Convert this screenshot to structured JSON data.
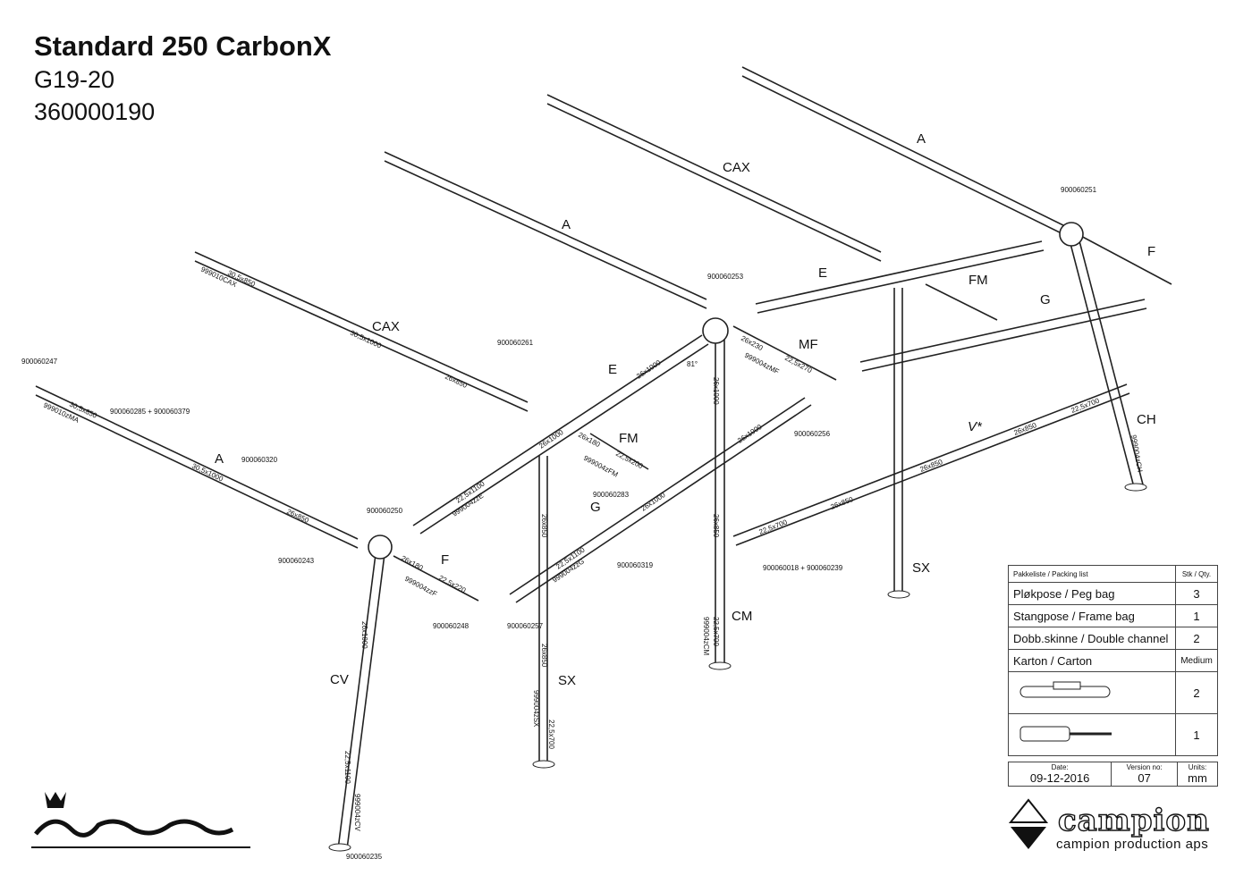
{
  "header": {
    "title": "Standard 250 CarbonX",
    "model": "G19-20",
    "item_no": "360000190"
  },
  "labels": {
    "A": "A",
    "CAX": "CAX",
    "E": "E",
    "F": "F",
    "FM": "FM",
    "G": "G",
    "MF": "MF",
    "CH": "CH",
    "CV": "CV",
    "CM": "CM",
    "SX": "SX",
    "V": "V*",
    "angle": "81°"
  },
  "part_numbers": {
    "p247": "900060247",
    "p285": "900060285 + 900060379",
    "p320": "900060320",
    "p243": "900060243",
    "p250": "900060250",
    "p248": "900060248",
    "p235": "900060235",
    "p261": "900060261",
    "p253": "900060253",
    "p283": "900060283",
    "p319": "900060319",
    "p257": "900060257",
    "p256": "900060256",
    "p251": "900060251",
    "p018": "900060018 + 900060239"
  },
  "pole_codes": {
    "ma": "999010zMA",
    "cax": "999010CAX",
    "ze": "999004zzE",
    "zg": "999004zzG",
    "zf": "999004zzF",
    "fm": "999004zFM",
    "mf": "999004zMF",
    "cv": "999004zCV",
    "sx": "999004zSX",
    "cm": "999004zCM",
    "ch": "999004zCH"
  },
  "dimensions": {
    "d305_850": "30,5x850",
    "d305_1000": "30,5x1000",
    "d26_850": "26x850",
    "d26_1000": "26x1000",
    "d225_1100": "22,5x1100",
    "d26_180": "26x180",
    "d225_220": "22,5x220",
    "d26_230": "26x230",
    "d225_270": "22,5x270",
    "d225_200": "22,5x200",
    "d225_700": "22,5x700"
  },
  "packing_list": {
    "header_item": "Pakkeliste / Packing list",
    "header_qty": "Stk / Qty.",
    "rows": [
      {
        "item": "Pløkpose / Peg bag",
        "qty": "3"
      },
      {
        "item": "Stangpose / Frame bag",
        "qty": "1"
      },
      {
        "item": "Dobb.skinne / Double channel",
        "qty": "2"
      },
      {
        "item": "Karton / Carton",
        "qty": "Medium"
      }
    ],
    "tool_rows": [
      {
        "icon": "pole-tool-icon",
        "qty": "2"
      },
      {
        "icon": "screwdriver-icon",
        "qty": "1"
      }
    ]
  },
  "meta": {
    "date_caption": "Date:",
    "date": "09-12-2016",
    "version_caption": "Version no:",
    "version": "07",
    "units_caption": "Units:",
    "units": "mm"
  },
  "brand": {
    "name": "campion",
    "tagline": "campion production aps",
    "logo": "Isabella"
  }
}
